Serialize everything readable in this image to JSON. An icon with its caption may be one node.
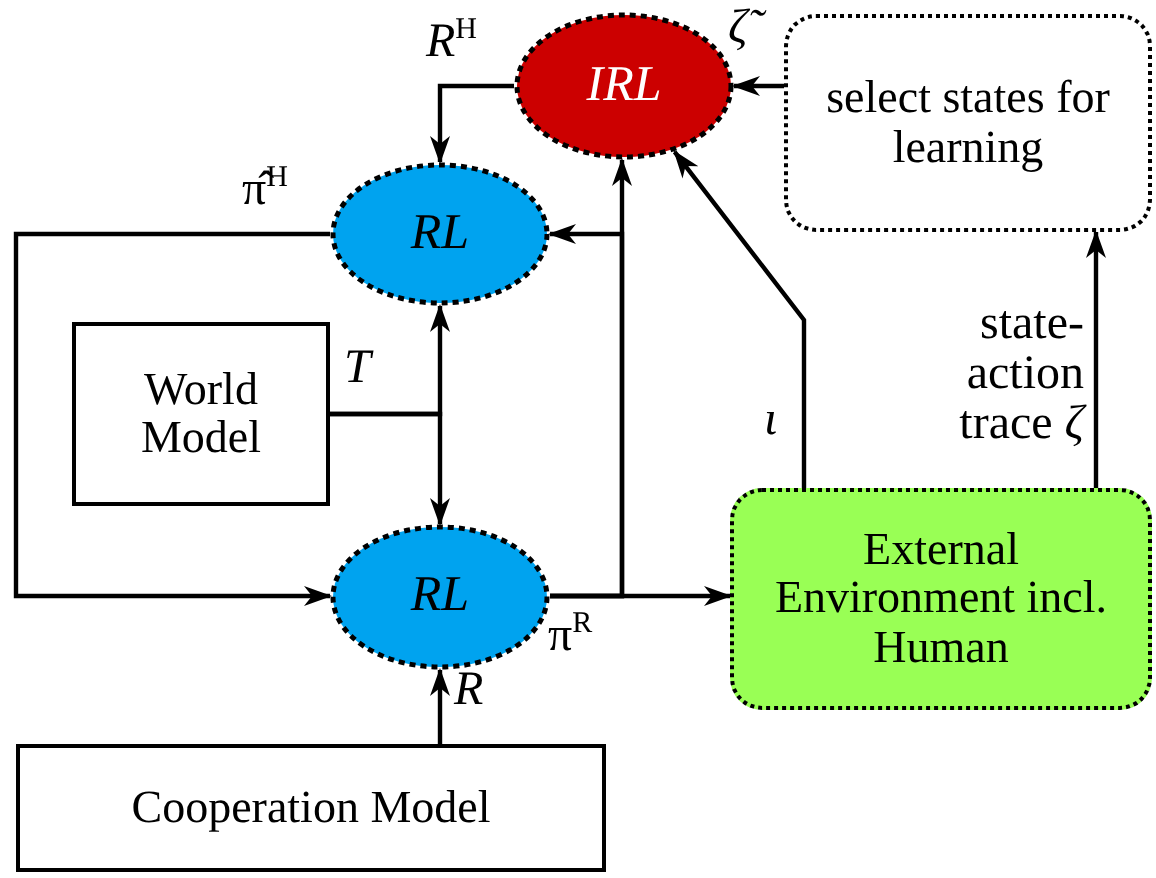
{
  "diagram": {
    "nodes": [
      {
        "text": [
          "IRL"
        ]
      },
      {
        "text": [
          "select states for learning"
        ]
      },
      {
        "text": [
          "RL"
        ]
      },
      {
        "text": [
          "World Model"
        ]
      },
      {
        "text": [
          "RL"
        ]
      },
      {
        "text": [
          "External Environment incl. Human"
        ]
      },
      {
        "text": [
          "Cooperation Model"
        ]
      }
    ],
    "edges": [
      {
        "from": 1,
        "to": 0,
        "arrow": "to",
        "label": "ζ̃"
      },
      {
        "from": 0,
        "to": 2,
        "arrow": "to",
        "label": "*R*$^{H}$"
      },
      {
        "from": 2,
        "to": 4,
        "arrow": "to",
        "label": "π̂$^{H}$"
      },
      {
        "from": 3,
        "to": 2,
        "arrow": "to",
        "label": "T"
      },
      {
        "from": 3,
        "to": 4,
        "arrow": "to"
      },
      {
        "from": 4,
        "to": 5,
        "arrow": "to",
        "label": "π$^{R}$"
      },
      {
        "from": 4,
        "to": 0,
        "arrow": "to"
      },
      {
        "from": 4,
        "to": 2,
        "arrow": "to"
      },
      {
        "from": 5,
        "to": 0,
        "arrow": "to",
        "label": "ι"
      },
      {
        "from": 5,
        "to": 1,
        "arrow": "to",
        "label": "state-action trace *ζ*"
      },
      {
        "from": 6,
        "to": 4,
        "arrow": "to",
        "label": "R"
      }
    ]
  }
}
